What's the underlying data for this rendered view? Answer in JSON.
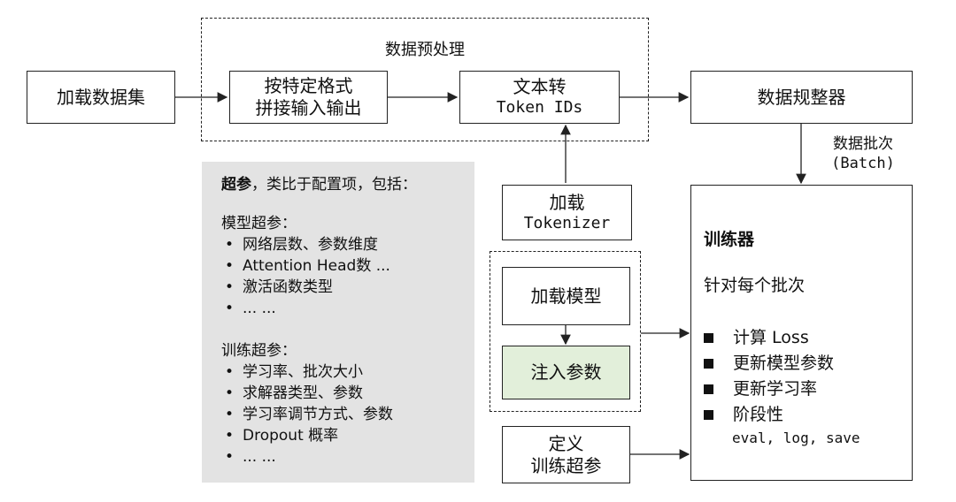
{
  "preprocess": {
    "group_label": "数据预处理",
    "concat_line1": "按特定格式",
    "concat_line2": "拼接输入输出",
    "tokenize_line1": "文本转",
    "tokenize_line2": "Token IDs"
  },
  "load_dataset": "加载数据集",
  "normalizer": "数据规整器",
  "batch_label_line1": "数据批次",
  "batch_label_line2": "(Batch)",
  "load_tokenizer_line1": "加载",
  "load_tokenizer_line2": "Tokenizer",
  "load_model": "加载模型",
  "inject_params": "注入参数",
  "define_hp_line1": "定义",
  "define_hp_line2": "训练超参",
  "hyperparams": {
    "intro_bold": "超参",
    "intro_rest": "，类比于配置项，包括：",
    "model_title": "模型超参：",
    "model_items": [
      "网络层数、参数维度",
      "Attention Head数 ...",
      "激活函数类型",
      "... ..."
    ],
    "train_title": "训练超参：",
    "train_items": [
      "学习率、批次大小",
      "求解器类型、参数",
      "学习率调节方式、参数",
      "Dropout 概率",
      "... ..."
    ]
  },
  "trainer": {
    "title": "训练器",
    "subtitle": "针对每个批次",
    "steps": [
      "计算 Loss",
      "更新模型参数",
      "更新学习率",
      "阶段性"
    ],
    "stage_detail": "eval, log, save"
  },
  "colors": {
    "inject_fill": "#e2efda",
    "panel_fill": "#e3e3e3",
    "stroke": "#222222"
  }
}
